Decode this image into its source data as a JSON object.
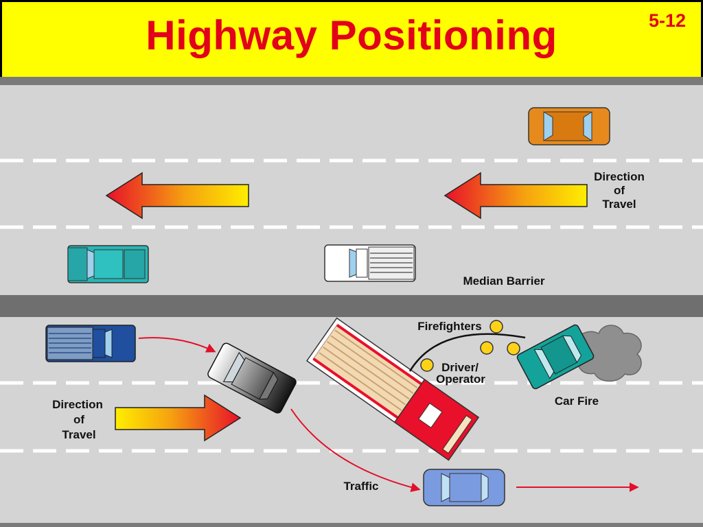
{
  "header": {
    "title": "Highway Positioning",
    "slide_number": "5-12"
  },
  "labels": {
    "direction_top_1": "Direction",
    "direction_top_2": "of",
    "direction_top_3": "Travel",
    "median_barrier": "Median Barrier",
    "firefighters": "Firefighters",
    "driver_1": "Driver/",
    "driver_2": "Operator",
    "car_fire": "Car Fire",
    "direction_bottom_1": "Direction",
    "direction_bottom_2": "of",
    "direction_bottom_3": "Travel",
    "traffic": "Traffic"
  },
  "colors": {
    "header_bg": "#ffff00",
    "title": "#e2001a",
    "road": "#d4d4d4",
    "median": "#6f6f6f",
    "lane_marking": "#ffffff",
    "arrow_gradient_start": "#e8102a",
    "arrow_gradient_end": "#ffee00",
    "traffic_arrow": "#e2102a",
    "firefighter_dot": "#ffd21a",
    "fire_apparatus": "#e8102a",
    "smoke": "#8f8f8f"
  },
  "vehicles": [
    {
      "name": "orange-car",
      "color": "#e68a1e"
    },
    {
      "name": "teal-pickup",
      "color": "#2ab5b5"
    },
    {
      "name": "white-pickup",
      "color": "#ffffff"
    },
    {
      "name": "blue-pickup",
      "color": "#1f4f9e"
    },
    {
      "name": "black-car",
      "color": "#222222"
    },
    {
      "name": "fire-apparatus",
      "color": "#e8102a"
    },
    {
      "name": "teal-car-on-fire",
      "color": "#14a39a"
    },
    {
      "name": "light-blue-car",
      "color": "#7a9be0"
    }
  ]
}
